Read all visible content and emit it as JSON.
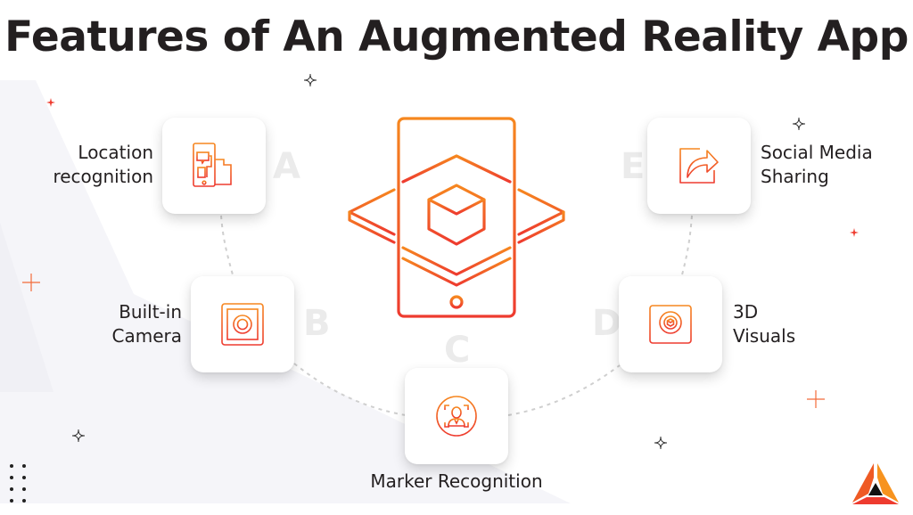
{
  "title": "Features of An Augmented Reality App",
  "colors": {
    "accent_start": "#f6871f",
    "accent_end": "#ee3b2f",
    "text": "#231f20",
    "letter": "#ebebeb",
    "bg_shape": "#f4f4f8"
  },
  "features": [
    {
      "letter": "A",
      "label_line1": "Location",
      "label_line2": "recognition",
      "icon": "location-phone-map-icon"
    },
    {
      "letter": "B",
      "label_line1": "Built-in",
      "label_line2": "Camera",
      "icon": "camera-lens-icon"
    },
    {
      "letter": "C",
      "label_line1": "Marker Recognition",
      "label_line2": "",
      "icon": "face-scan-icon"
    },
    {
      "letter": "D",
      "label_line1": "3D",
      "label_line2": "Visuals",
      "icon": "3d-camera-icon"
    },
    {
      "letter": "E",
      "label_line1": "Social Media",
      "label_line2": "Sharing",
      "icon": "share-arrow-icon"
    }
  ],
  "center_icon": "phone-ar-cube-icon",
  "logo": "triangle-logo-icon"
}
